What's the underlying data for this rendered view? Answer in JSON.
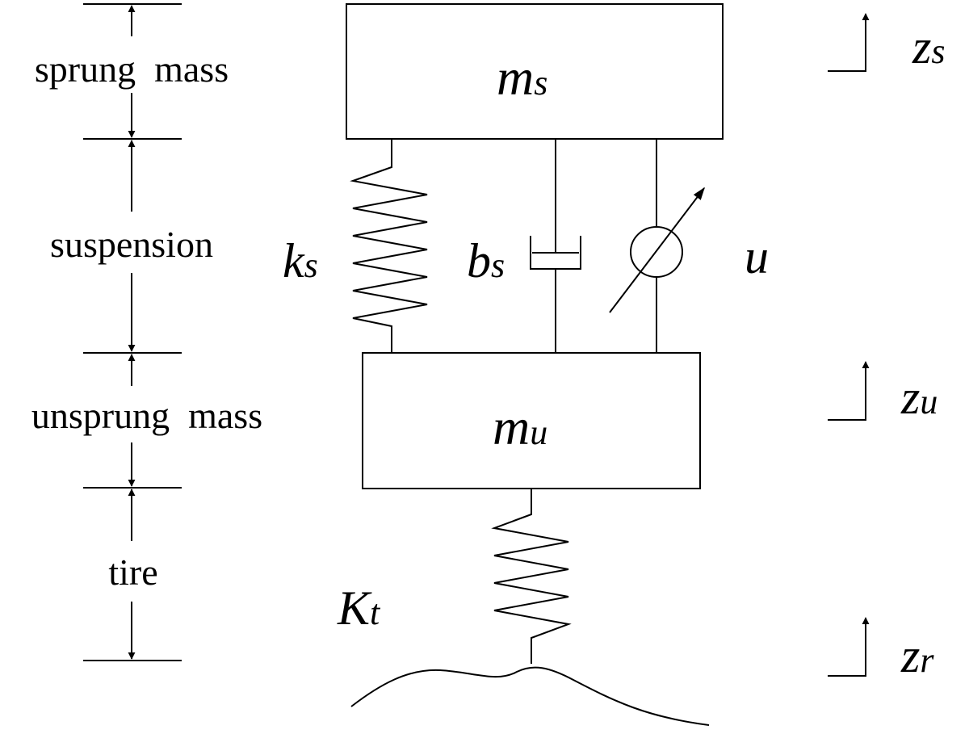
{
  "regions": {
    "sprung_mass": "sprung  mass",
    "suspension": "suspension",
    "unsprung_mass": "unsprung  mass",
    "tire": "tire"
  },
  "masses": {
    "sprung": {
      "base": "m",
      "sub": "s"
    },
    "unsprung": {
      "base": "m",
      "sub": "u"
    }
  },
  "elements": {
    "spring_stiffness": {
      "base": "k",
      "sub": "s"
    },
    "damper": {
      "base": "b",
      "sub": "s"
    },
    "actuator": "u",
    "tire_stiffness": {
      "base": "K",
      "sub": "t"
    }
  },
  "displacements": {
    "sprung": {
      "base": "z",
      "sub": "s"
    },
    "unsprung": {
      "base": "z",
      "sub": "u"
    },
    "road": {
      "base": "z",
      "sub": "r"
    }
  }
}
